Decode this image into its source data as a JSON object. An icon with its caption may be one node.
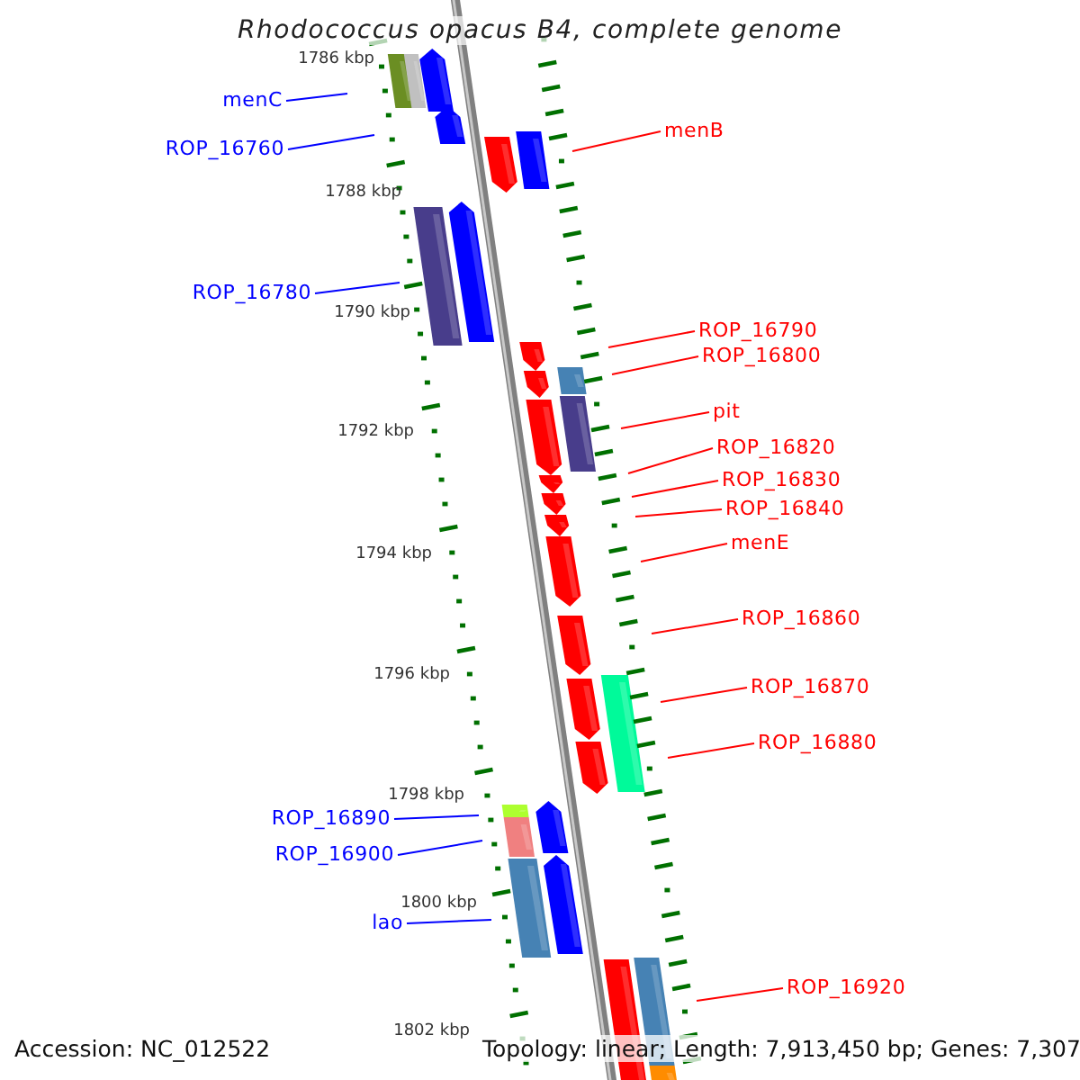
{
  "diagram": {
    "title": "Rhodococcus opacus B4, complete genome",
    "nodes": [
      {
        "text": [
          "menC"
        ]
      },
      {
        "text": [
          "menB"
        ]
      },
      {
        "text": [
          "ROP_16760"
        ]
      },
      {
        "text": [
          "ROP_16780"
        ]
      },
      {
        "text": [
          "ROP_16790"
        ]
      },
      {
        "text": [
          "ROP_16800"
        ]
      },
      {
        "text": [
          "pit"
        ]
      },
      {
        "text": [
          "ROP_16820"
        ]
      },
      {
        "text": [
          "ROP_16830"
        ]
      },
      {
        "text": [
          "ROP_16840"
        ]
      },
      {
        "text": [
          "menE"
        ]
      },
      {
        "text": [
          "ROP_16860"
        ]
      },
      {
        "text": [
          "ROP_16870"
        ]
      },
      {
        "text": [
          "ROP_16880"
        ]
      },
      {
        "text": [
          "ROP_16890"
        ]
      },
      {
        "text": [
          "ROP_16900"
        ]
      },
      {
        "text": [
          "lao"
        ]
      },
      {
        "text": [
          "ROP_16920"
        ]
      }
    ],
    "edges": [
      {
        "from": 0,
        "to": null,
        "arrow": "none",
        "color": "#0000ff"
      },
      {
        "from": 1,
        "to": null,
        "arrow": "none"
      },
      {
        "from": 2,
        "to": null,
        "arrow": "none",
        "color": "#0000ff"
      },
      {
        "from": 3,
        "to": null,
        "arrow": "none",
        "color": "#0000ff"
      },
      {
        "from": 4,
        "to": null,
        "arrow": "none"
      },
      {
        "from": 5,
        "to": null,
        "arrow": "none"
      },
      {
        "from": 6,
        "to": null,
        "arrow": "none"
      },
      {
        "from": 7,
        "to": null,
        "arrow": "none"
      },
      {
        "from": 8,
        "to": null,
        "arrow": "none"
      },
      {
        "from": 9,
        "to": null,
        "arrow": "none"
      },
      {
        "from": 10,
        "to": null,
        "arrow": "none"
      },
      {
        "from": 11,
        "to": null,
        "arrow": "none"
      },
      {
        "from": 12,
        "to": null,
        "arrow": "none"
      },
      {
        "from": 13,
        "to": null,
        "arrow": "none"
      },
      {
        "from": 14,
        "to": null,
        "arrow": "none",
        "color": "#0000ff"
      },
      {
        "from": 15,
        "to": null,
        "arrow": "none",
        "color": "#0000ff"
      },
      {
        "from": 16,
        "to": null,
        "arrow": "none",
        "color": "#0000ff"
      },
      {
        "from": 17,
        "to": null,
        "arrow": "none"
      }
    ],
    "labels": [
      "1786 kbp",
      "1788 kbp",
      "1790 kbp",
      "1792 kbp",
      "1794 kbp",
      "1796 kbp",
      "1798 kbp",
      "1800 kbp",
      "1802 kbp",
      "Accession: NC_012522",
      "Topology: linear; Length: 7,913,450 bp; Genes: 7,307"
    ]
  }
}
